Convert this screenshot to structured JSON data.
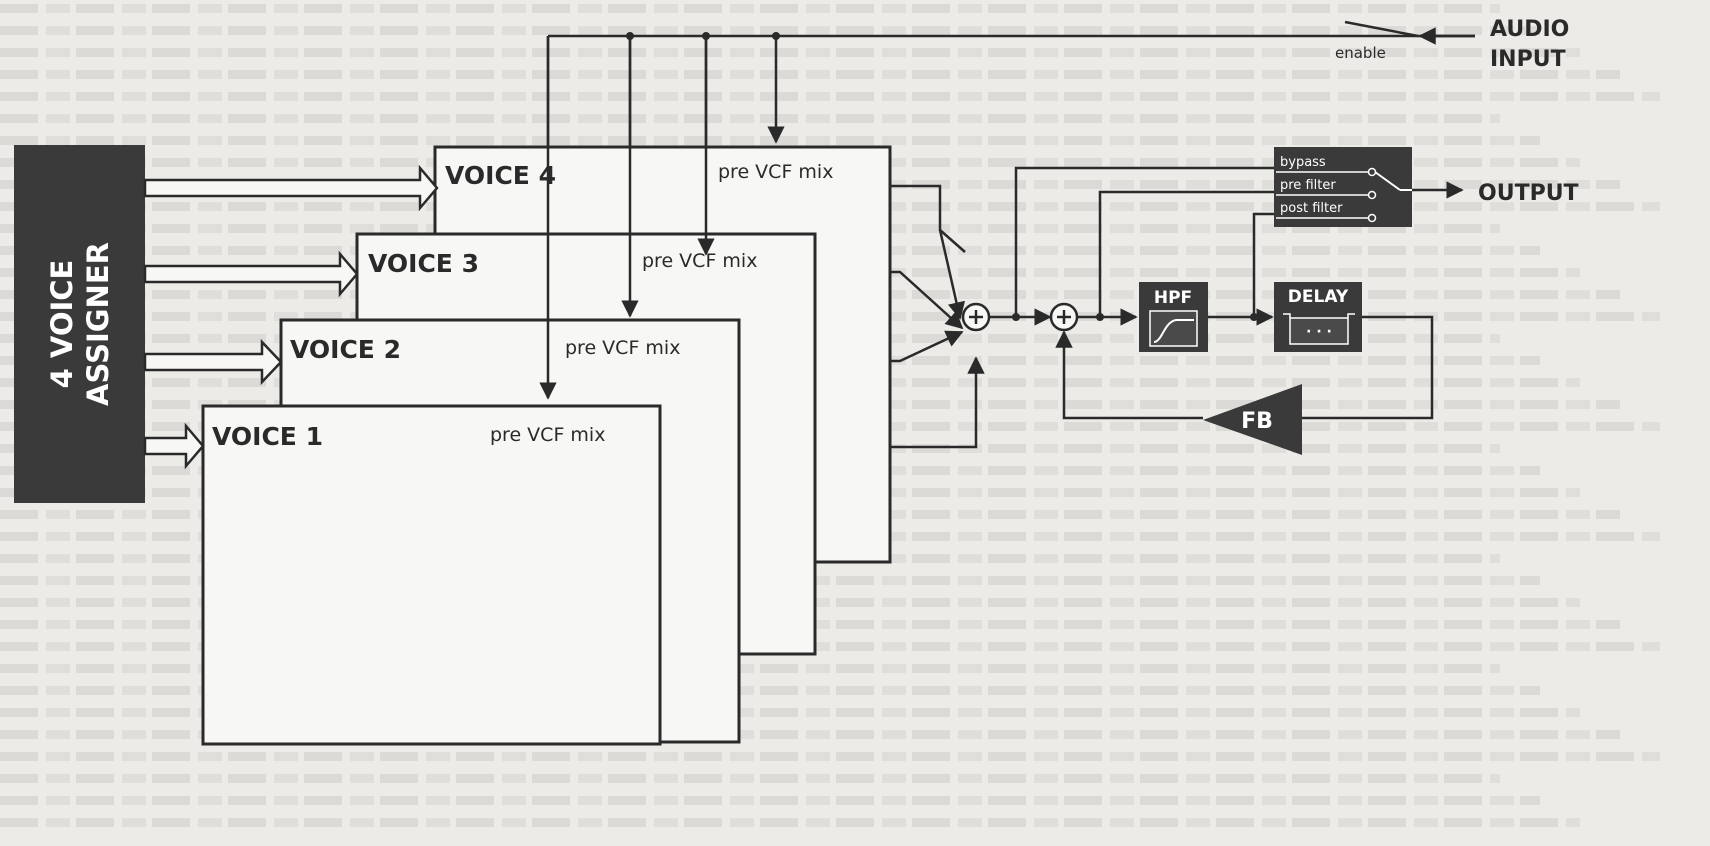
{
  "diagram": {
    "assigner_label": [
      "4 VOICE",
      "ASSIGNER"
    ],
    "voices": [
      {
        "name": "VOICE 4",
        "mix": "pre VCF mix"
      },
      {
        "name": "VOICE 3",
        "mix": "pre VCF mix"
      },
      {
        "name": "VOICE 2",
        "mix": "pre VCF mix"
      },
      {
        "name": "VOICE 1",
        "mix": "pre VCF mix"
      }
    ],
    "audio_input": [
      "AUDIO",
      "INPUT"
    ],
    "enable": "enable",
    "output": "OUTPUT",
    "switch_options": [
      "bypass",
      "pre filter",
      "post filter"
    ],
    "hpf": "HPF",
    "delay": "DELAY",
    "delay_dots": "· · ·",
    "fb": "FB",
    "sum_symbol": "+"
  }
}
